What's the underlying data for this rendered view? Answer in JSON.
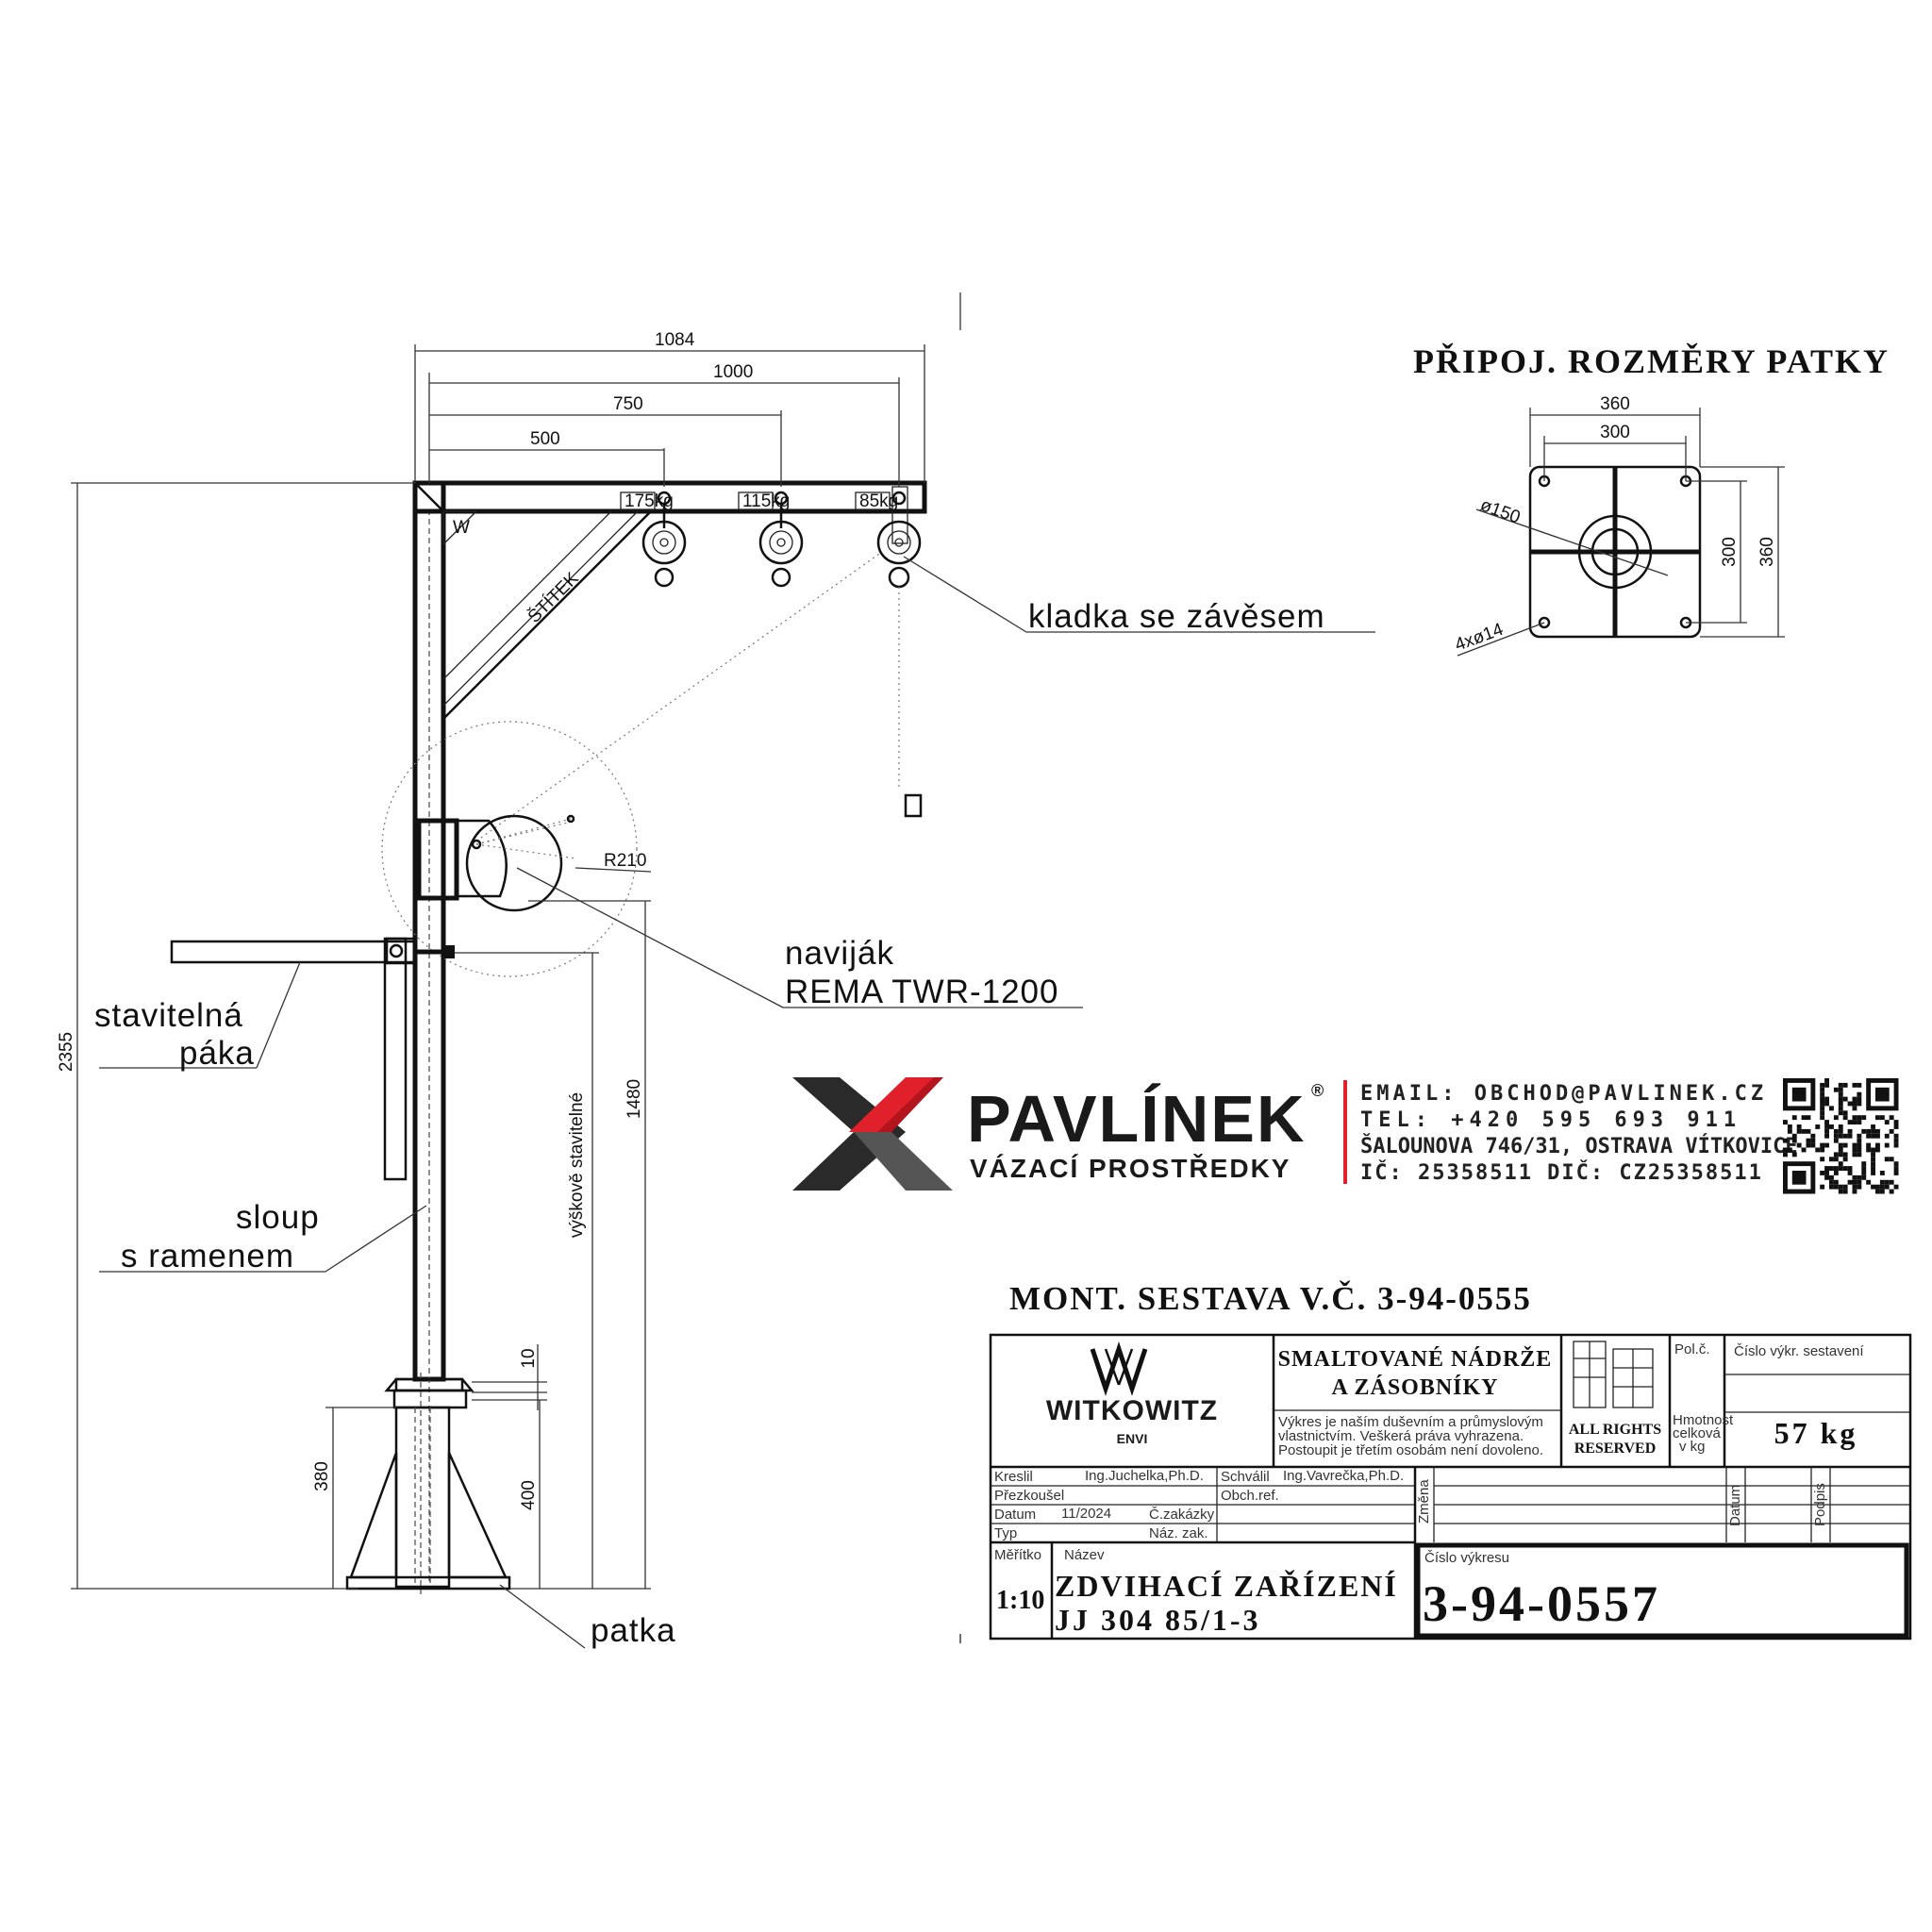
{
  "drawing": {
    "dimensions": {
      "d1084": "1084",
      "d1000": "1000",
      "d750": "750",
      "d500": "500",
      "d2355": "2355",
      "d1480": "1480",
      "d380": "380",
      "d400": "400",
      "d10": "10",
      "r210": "R210",
      "vyskove": "výškově stavitelné"
    },
    "capacities": [
      "175kg",
      "115kg",
      "85kg"
    ],
    "stitek": "ŠTÍTEK",
    "labels": {
      "kladka": "kladka se závěsem",
      "navijak_1": "naviják",
      "navijak_2": "REMA TWR-1200",
      "pakaa_1": "stavitelná",
      "pakaa_2": "páka",
      "sloup_1": "sloup",
      "sloup_2": "s ramenem",
      "patka": "patka"
    }
  },
  "foot_detail": {
    "title": "PŘIPOJ. ROZMĚRY PATKY",
    "d360_top": "360",
    "d300_top": "300",
    "d300_side": "300",
    "d360_side": "360",
    "d150": "ø150",
    "holes": "4xø14"
  },
  "brand": {
    "name": "PAVLÍNEK",
    "reg": "®",
    "tagline": "VÁZACÍ PROSTŘEDKY",
    "email": "EMAIL: OBCHOD@PAVLINEK.CZ",
    "tel": "TEL: +420 595 693 911",
    "address": "ŠALOUNOVA 746/31, OSTRAVA VÍTKOVICE",
    "ids": "IČ: 25358511  DIČ: CZ25358511",
    "colors": {
      "red": "#e0202a",
      "dark": "#1a1a1a"
    }
  },
  "assembly_ref": "MONT. SESTAVA V.Č. 3-94-0555",
  "title_block": {
    "company": "WITKOWITZ",
    "company_sub": "ENVI",
    "product_1": "SMALTOVANÉ NÁDRŽE",
    "product_2": "A ZÁSOBNÍKY",
    "copyright_1": "Výkres je naším duševním a průmyslovým",
    "copyright_2": "vlastnictvím. Veškerá práva vyhrazena.",
    "copyright_3": "Postoupit je třetím osobám není dovoleno.",
    "rights_1": "ALL RIGHTS",
    "rights_2": "RESERVED",
    "pol": "Pol.č.",
    "cislo_sestaveni": "Číslo výkr. sestavení",
    "hmotnost_1": "Hmotnost",
    "hmotnost_2": "celková",
    "hmotnost_3": "v kg",
    "weight": "57 kg",
    "kreslil": "Kreslil",
    "kreslil_val": "Ing.Juchelka,Ph.D.",
    "schvalil": "Schválil",
    "schvalil_val": "Ing.Vavrečka,Ph.D.",
    "prezkousel": "Přezkoušel",
    "obch_ref": "Obch.ref.",
    "datum": "Datum",
    "datum_val": "11/2024",
    "c_zakazky": "Č.zakázky",
    "typ": "Typ",
    "naz_zak": "Náz. zak.",
    "zmena": "Změna",
    "datum_v": "Datum",
    "podpis": "Podpis",
    "meritko": "Měřítko",
    "meritko_val": "1:10",
    "nazev": "Název",
    "nazev_1": "ZDVIHACÍ ZAŘÍZENÍ",
    "nazev_2": "JJ 304 85/1-3",
    "cislo_vykresu": "Číslo výkresu",
    "cislo_vykresu_val": "3-94-0557"
  }
}
